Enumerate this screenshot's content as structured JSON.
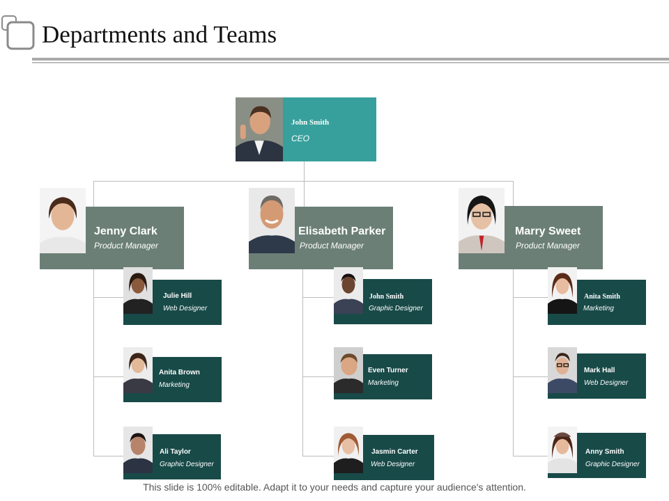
{
  "slide": {
    "title": "Departments and Teams",
    "footer": "This slide is 100% editable. Adapt it to your needs and capture your audience's attention.",
    "colors": {
      "ceo_box": "#37a09c",
      "manager_box": "#6b7f76",
      "member_box": "#184a48",
      "connector": "#bcbcbc"
    }
  },
  "ceo": {
    "name": "John Smith",
    "role": "CEO",
    "icon": "ceo-photo-icon"
  },
  "managers": [
    {
      "name": "Jenny Clark",
      "role": "Product Manager"
    },
    {
      "name": "Elisabeth Parker",
      "role": "Product Manager"
    },
    {
      "name": "Marry Sweet",
      "role": "Product Manager"
    }
  ],
  "teams": [
    [
      {
        "name": "Julie Hill",
        "role": "Web Designer"
      },
      {
        "name": "Anita Brown",
        "role": "Marketing"
      },
      {
        "name": "Ali Taylor",
        "role": "Graphic Designer"
      }
    ],
    [
      {
        "name": "John Smith",
        "role": "Graphic Designer"
      },
      {
        "name": "Even Turner",
        "role": "Marketing"
      },
      {
        "name": "Jasmin Carter",
        "role": "Web Designer"
      }
    ],
    [
      {
        "name": "Anita Smith",
        "role": "Marketing"
      },
      {
        "name": "Mark Hall",
        "role": "Web Designer"
      },
      {
        "name": "Anny Smith",
        "role": "Graphic Designer"
      }
    ]
  ]
}
